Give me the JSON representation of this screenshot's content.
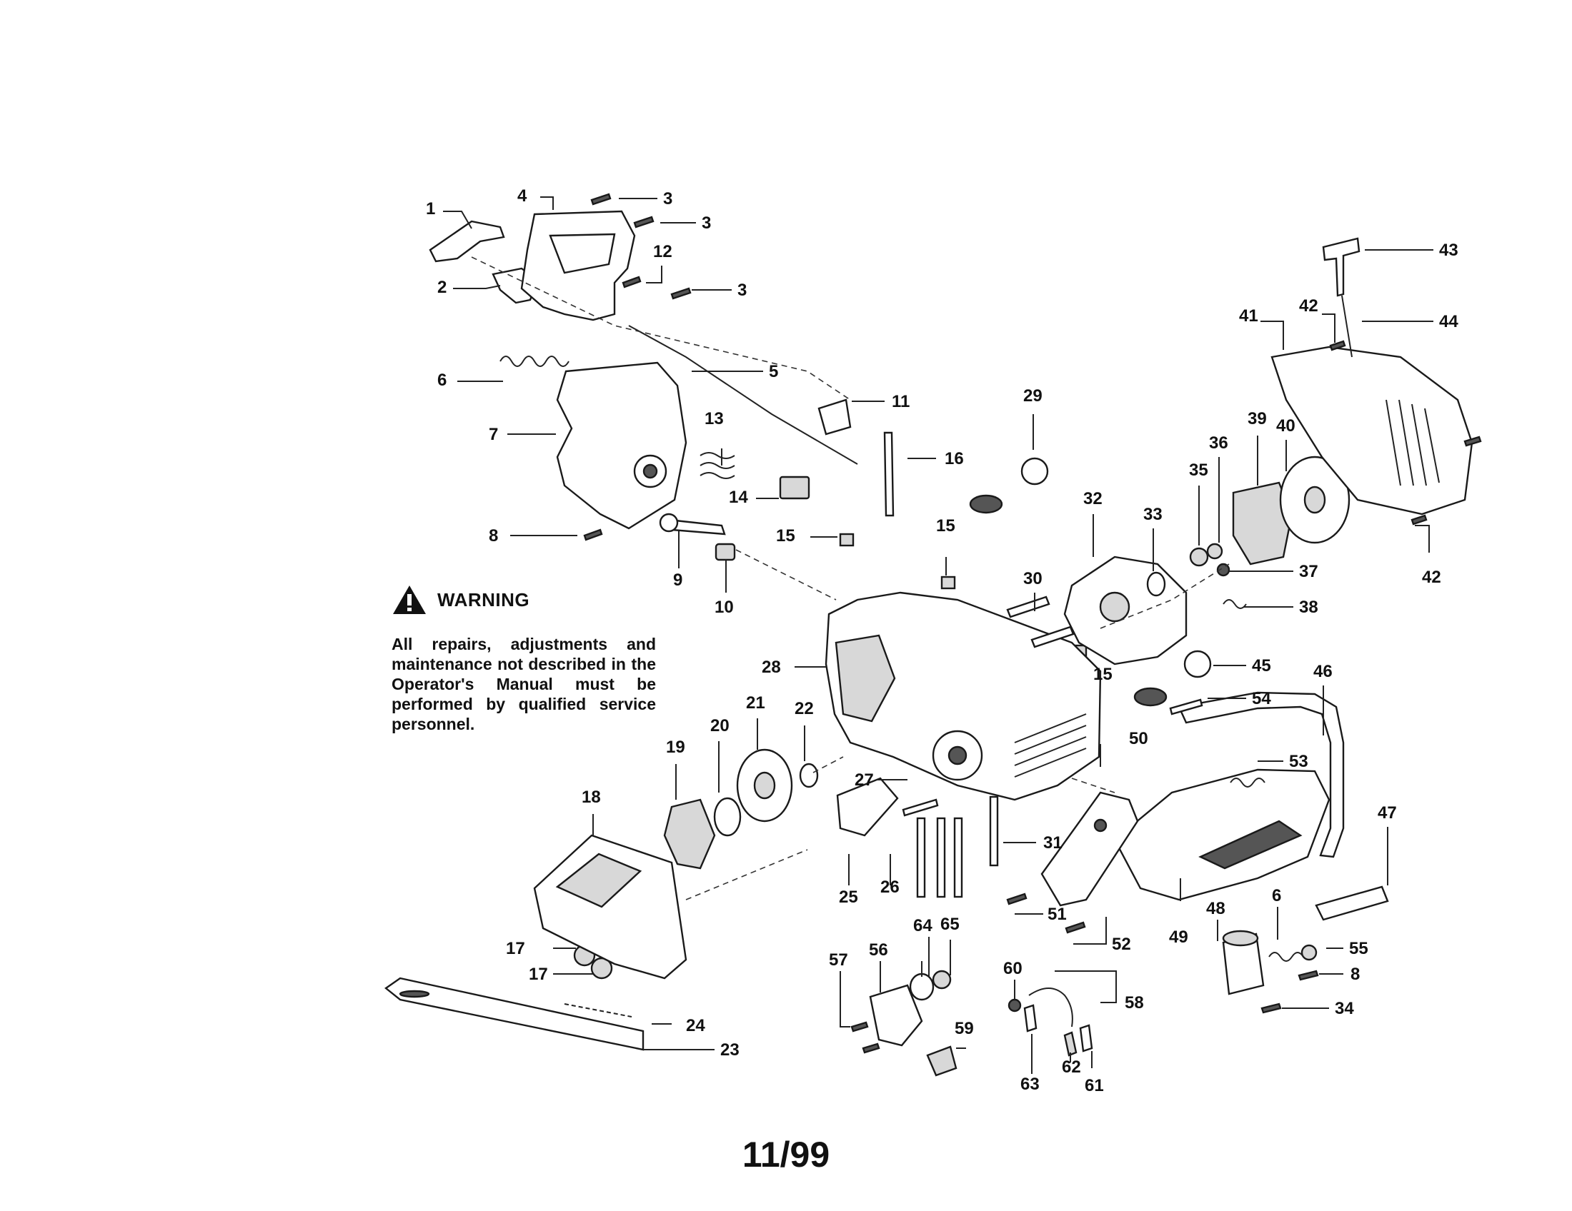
{
  "warning": {
    "title": "WARNING",
    "text": "All repairs, adjustments and maintenance not described in the Operator's Manual must be performed by qualified service personnel."
  },
  "date_code": "11/99",
  "callouts": [
    "1",
    "2",
    "3",
    "3",
    "3",
    "4",
    "5",
    "6",
    "7",
    "8",
    "9",
    "10",
    "11",
    "12",
    "13",
    "14",
    "15",
    "15",
    "15",
    "16",
    "17",
    "17",
    "18",
    "19",
    "20",
    "21",
    "22",
    "23",
    "24",
    "25",
    "26",
    "27",
    "28",
    "29",
    "30",
    "31",
    "32",
    "33",
    "34",
    "35",
    "36",
    "37",
    "38",
    "39",
    "40",
    "41",
    "42",
    "42",
    "43",
    "44",
    "45",
    "46",
    "47",
    "48",
    "49",
    "50",
    "51",
    "52",
    "53",
    "54",
    "55",
    "56",
    "57",
    "58",
    "59",
    "60",
    "61",
    "62",
    "63",
    "6",
    "8",
    "64",
    "65"
  ]
}
